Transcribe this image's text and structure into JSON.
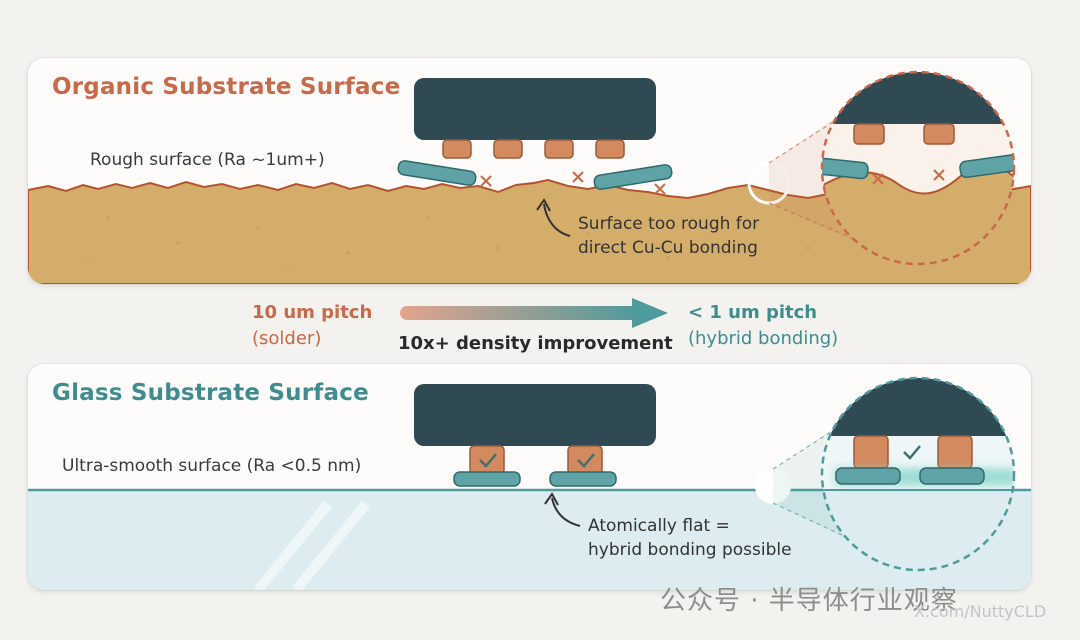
{
  "organic": {
    "title": "Organic Substrate Surface",
    "surface_label": "Rough surface (Ra ~1um+)",
    "note_line1": "Surface too rough for",
    "note_line2": "direct Cu-Cu bonding"
  },
  "glass": {
    "title": "Glass Substrate Surface",
    "surface_label": "Ultra-smooth surface (Ra <0.5 nm)",
    "note_line1": "Atomically flat =",
    "note_line2": "hybrid bonding possible"
  },
  "comparison": {
    "left_value": "10 um pitch",
    "left_method": "(solder)",
    "center": "10x+ density improvement",
    "right_value": "< 1 um pitch",
    "right_method": "(hybrid bonding)"
  },
  "watermark": {
    "text": "公众号 · 半导体行业观察",
    "handle": "X.com/NuttyCLD"
  },
  "colors": {
    "organic_accent": "#c8694a",
    "glass_accent": "#3f8c8e",
    "die": "#2f4a52",
    "copper": "#d38a5f",
    "organic_substrate": "#d5ad6a",
    "glass_substrate": "#dcecf0",
    "pad": "#5fa3a6"
  }
}
